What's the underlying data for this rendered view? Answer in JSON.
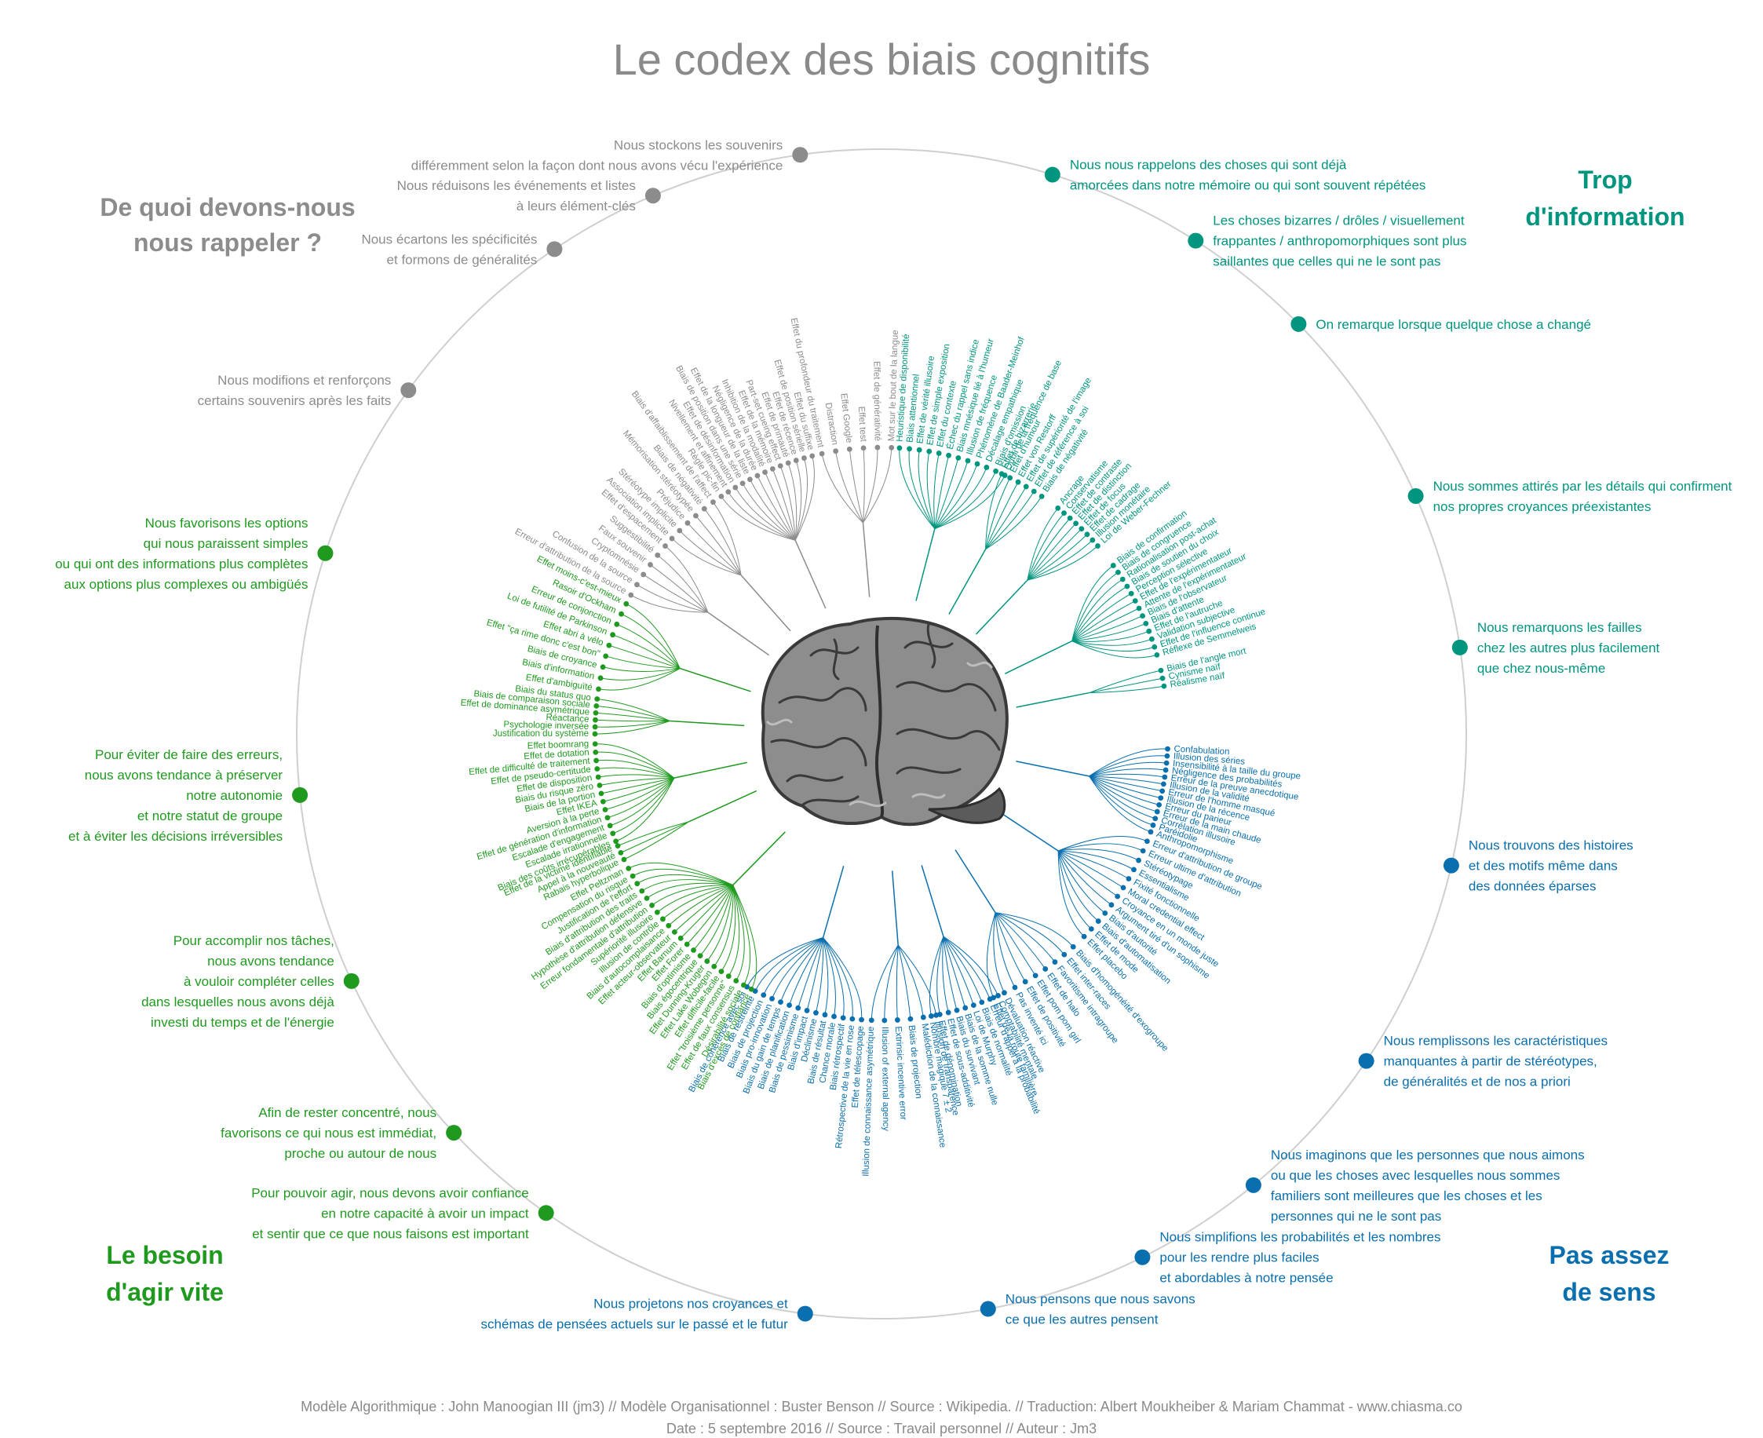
{
  "title": "Le codex des biais cognitifs",
  "colors": {
    "memory": "#8c8c8c",
    "info": "#00957f",
    "meaning": "#0a6fae",
    "speed": "#1f9a1f",
    "ring": "#cfcfcf"
  },
  "quadrants": {
    "memory": [
      "De quoi devons-nous",
      "nous rappeler ?"
    ],
    "info": [
      "Trop",
      "d'information"
    ],
    "meaning": [
      "Pas assez",
      "de sens"
    ],
    "speed": [
      "Le besoin",
      "d'agir vite"
    ]
  },
  "footer": {
    "line1": "Modèle Algorithmique : John Manoogian III (jm3) // Modèle Organisationnel : Buster Benson // Source : Wikipedia. // Traduction: Albert Moukheiber & Mariam Chammat - www.chiasma.co",
    "line2": "Date : 5 septembre 2016 // Source : Travail personnel // Auteur : Jm3"
  },
  "categories": [
    {
      "q": "info",
      "lines": [
        "Nous nous rappelons des choses qui sont déjà",
        "amorcées dans notre mémoire ou qui sont souvent répétées"
      ],
      "biases": [
        "Heuristique de disponibilité",
        "Biais attentionnel",
        "Effet de vérité illusoire",
        "Effet de simple exposition",
        "Effet du contexte",
        "Échec du rappel sans indice",
        "Biais mnésique lié à l'humeur",
        "Illusion de fréquence",
        "Phénomène de Baader-Meinhof",
        "Décalage empathique",
        "Biais d'omission",
        "Oubli de la fréquence de base"
      ]
    },
    {
      "q": "info",
      "lines": [
        "Les choses bizarres / drôles / visuellement",
        "frappantes / anthropomorphiques sont plus",
        "saillantes que celles qui ne le sont pas"
      ],
      "biases": [
        "Effet de bizarrerie",
        "Effet d'humour",
        "Effet von Restorff",
        "Effet de supériorité de l'image",
        "Effet de référence à soi",
        "Biais de négativité"
      ]
    },
    {
      "q": "info",
      "lines": [
        "On remarque lorsque quelque chose a changé"
      ],
      "biases": [
        "Ancrage",
        "Conservatisme",
        "Effet de contraste",
        "Effet de distinction",
        "Effet de focus",
        "Effet de cadrage",
        "Illusion monétaire",
        "Loi de Weber-Fechner"
      ]
    },
    {
      "q": "info",
      "lines": [
        "Nous sommes attirés par les détails qui confirment",
        "nos propres croyances préexistantes"
      ],
      "biases": [
        "Biais de confirmation",
        "Biais de congruence",
        "Rationalisation post-achat",
        "Biais de soutien du choix",
        "Perception sélective",
        "Effet de l'expérimentateur",
        "Attente de l'expérimentateur",
        "Biais de l'observateur",
        "Biais d'attente",
        "Effet de l'autruche",
        "Validation subjective",
        "Effet de l'influence continue",
        "Réflexe de Semmelweis"
      ]
    },
    {
      "q": "info",
      "lines": [
        "Nous remarquons les failles",
        "chez les autres plus facilement",
        "que chez nous-même"
      ],
      "biases": [
        "Biais de l'angle mort",
        "Cynisme naïf",
        "Réalisme naïf"
      ]
    },
    {
      "q": "meaning",
      "lines": [
        "Nous trouvons des histoires",
        "et des motifs même dans",
        "des données éparses"
      ],
      "biases": [
        "Confabulation",
        "Illusion des séries",
        "Insensibilité à la taille du groupe",
        "Négligence des probabilités",
        "Erreur de la preuve anecdotique",
        "Illusion de la validité",
        "Erreur de l'homme masqué",
        "Illusion de la récence",
        "Erreur du parieur",
        "Erreur de la main chaude",
        "Corrélation illusoire",
        "Paréidolie",
        "Anthropomorphisme"
      ]
    },
    {
      "q": "meaning",
      "lines": [
        "Nous remplissons les caractéristiques",
        "manquantes à partir de stéréotypes,",
        "de généralités et de nos a priori"
      ],
      "biases": [
        "Erreur d'attribution de groupe",
        "Erreur ultime d'attribution",
        "Stéréotypage",
        "Essentialisme",
        "Fixité fonctionnelle",
        "Moral credential effect",
        "Croyance en un monde juste",
        "Argument tiré d'un sophisme",
        "Biais d'autorité",
        "Biais d'automatisation",
        "Effet de mode",
        "Effet placebo"
      ]
    },
    {
      "q": "meaning",
      "lines": [
        "Nous imaginons que les personnes que nous aimons",
        "ou que les choses avec lesquelles nous sommes",
        "familiers sont meilleures que les choses et les",
        "personnes qui ne le sont pas"
      ],
      "biases": [
        "Biais d'homogénéité d'exogroupe",
        "Effet inter-races",
        "Favoritisme intragroupe",
        "Effet de halo",
        "Effet pom pom girl",
        "Effet de positivité",
        "Pas inventé ici",
        "Dévaluation réactive",
        "Effet de la route familière"
      ]
    },
    {
      "q": "meaning",
      "lines": [
        "Nous simplifions les probabilités et les nombres",
        "pour les rendre plus faciles",
        "et abordables à notre pensée"
      ],
      "biases": [
        "Comptabilité mentale",
        "Erreur d'appel à la probabilité",
        "Biais de normalité",
        "Loi de Murphy",
        "Biais de la somme nulle",
        "Biais du survivant",
        "Effet de sous-additivité",
        "Effet de dénomination",
        "Nombre magique 7 ± 2"
      ]
    },
    {
      "q": "meaning",
      "lines": [
        "Nous pensons que nous savons",
        "ce que les autres pensent"
      ],
      "biases": [
        "Illusion de transparence",
        "Malédiction de la connaissance",
        "Biais de projection",
        "Extrinsic incentive error",
        "Illusion of external agency",
        "Illusion de connaissance asymétrique"
      ]
    },
    {
      "q": "meaning",
      "lines": [
        "Nous projetons nos croyances et",
        "schémas de pensées actuels sur le passé et le futur"
      ],
      "biases": [
        "Effet de télescopage",
        "Rétrospective de la vie en rose",
        "Biais rétrospectif",
        "Chance morale",
        "Biais de résultat",
        "Déclinisme",
        "Biais d'impact",
        "Biais de pessimisme",
        "Biais de planification",
        "Biais du gain de temps",
        "Biais pro-innovation",
        "Biais de projection",
        "Biais de restreinte",
        "Biais de cohérence avec soi"
      ]
    },
    {
      "q": "speed",
      "lines": [
        "Pour pouvoir agir, nous devons avoir confiance",
        "en notre capacité à avoir un impact",
        "et sentir que ce que nous faisons est important"
      ],
      "biases": [
        "Biais d'excès de confiance",
        "Désirabilité sociale",
        "Effet de faux consensus",
        "Effet \"troisième personne\"",
        "Effet difficile-facile",
        "Effet Lake Wobegon",
        "Effet Dunning-Kruger",
        "Biais égocentrique",
        "Biais d'optimisme",
        "Effet Forer",
        "Effet Barnum",
        "Effet acteur-observateur",
        "Biais d'autocomplaisance",
        "Illusion de contrôle",
        "Supériorité illusoire",
        "Erreur fondamentale d'attribution",
        "Hypothèse d'attribution défensive",
        "Biais d'attribution des traits",
        "Justification de l'effort",
        "Compensation du risque",
        "Effet Peltzman"
      ]
    },
    {
      "q": "speed",
      "lines": [
        "Afin de rester concentré, nous",
        "favorisons ce qui nous est immédiat,",
        "proche ou autour de nous"
      ],
      "biases": [
        "Rabais hyperbolique",
        "Appel à la nouveauté",
        "Effet de la victime identifiable"
      ]
    },
    {
      "q": "speed",
      "lines": [
        "Pour accomplir nos tâches,",
        "nous avons tendance",
        "à vouloir compléter celles",
        "dans lesquelles nous avons déjà",
        "investi du temps et de l'énergie"
      ],
      "biases": [
        "Biais des coûts irrécupérables",
        "Escalade irrationnelle",
        "Escalade d'engagement",
        "Effet de génération d'information",
        "Aversion à la perte",
        "Effet IKEA",
        "Biais de la portion",
        "Biais du risque zéro",
        "Effet de disposition",
        "Effet de pseudo-certitude",
        "Effet de difficulté de traitement",
        "Effet de dotation",
        "Effet boomrang"
      ]
    },
    {
      "q": "speed",
      "lines": [
        "Pour éviter de faire des erreurs,",
        "nous avons tendance à préserver",
        "notre autonomie",
        "et notre statut de groupe",
        "et à éviter les décisions irréversibles"
      ],
      "biases": [
        "Justification du système",
        "Psychologie inversée",
        "Réactance",
        "Effet de dominance asymétrique",
        "Biais de comparaison sociale",
        "Biais du status quo"
      ]
    },
    {
      "q": "speed",
      "lines": [
        "Nous favorisons les options",
        "qui nous paraissent simples",
        "ou qui ont des informations plus complètes",
        "aux options plus complexes ou ambigüés"
      ],
      "biases": [
        "Effet d'ambiguïté",
        "Biais d'information",
        "Biais de croyance",
        "Effet \"ça rime donc c'est bon\"",
        "Effet abri à vélo",
        "Loi de futilité de Parkinson",
        "Erreur de conjonction",
        "Rasoir d'Ockham",
        "Effet moins-c'est-mieux"
      ]
    },
    {
      "q": "memory",
      "lines": [
        "Nous modifions et renforçons",
        "certains souvenirs après les faits"
      ],
      "biases": [
        "Erreur d'attribution de la source",
        "Confusion de la source",
        "Cryptomnésie",
        "Faux souvenir",
        "Suggestibilité",
        "Effet d'espacement"
      ]
    },
    {
      "q": "memory",
      "lines": [
        "Nous écartons les spécificités",
        "et formons de généralités"
      ],
      "biases": [
        "Association implicite",
        "Stéréotype implicite",
        "Préjudice",
        "Mémorisation stéréotypée",
        "Biais de négativité",
        "Biais d'affaiblissement de l'affect"
      ]
    },
    {
      "q": "memory",
      "lines": [
        "Nous réduisons les événements et listes",
        "à leurs élément-clés"
      ],
      "biases": [
        "Règle pic-fin",
        "Nivellement et affinement",
        "Effet de désinformation",
        "Biais de position dans une série",
        "Effet de la longueur de la liste",
        "Négligence de la durée",
        "Inhibition de la modalité",
        "Effet de la mémoire",
        "Part-set cueing effect",
        "Effet de primauté",
        "Effet de récence",
        "Effet de position sérielle",
        "Effet du suffixe"
      ]
    },
    {
      "q": "memory",
      "lines": [
        "Nous stockons les souvenirs",
        "différemment selon la façon dont nous avons vécu l'expérience"
      ],
      "biases": [
        "Effet du profondeur du traitement",
        "Distraction",
        "Effet Google",
        "Effet test",
        "Effet de générativité",
        "Mot sur le bout de la langue"
      ]
    }
  ]
}
